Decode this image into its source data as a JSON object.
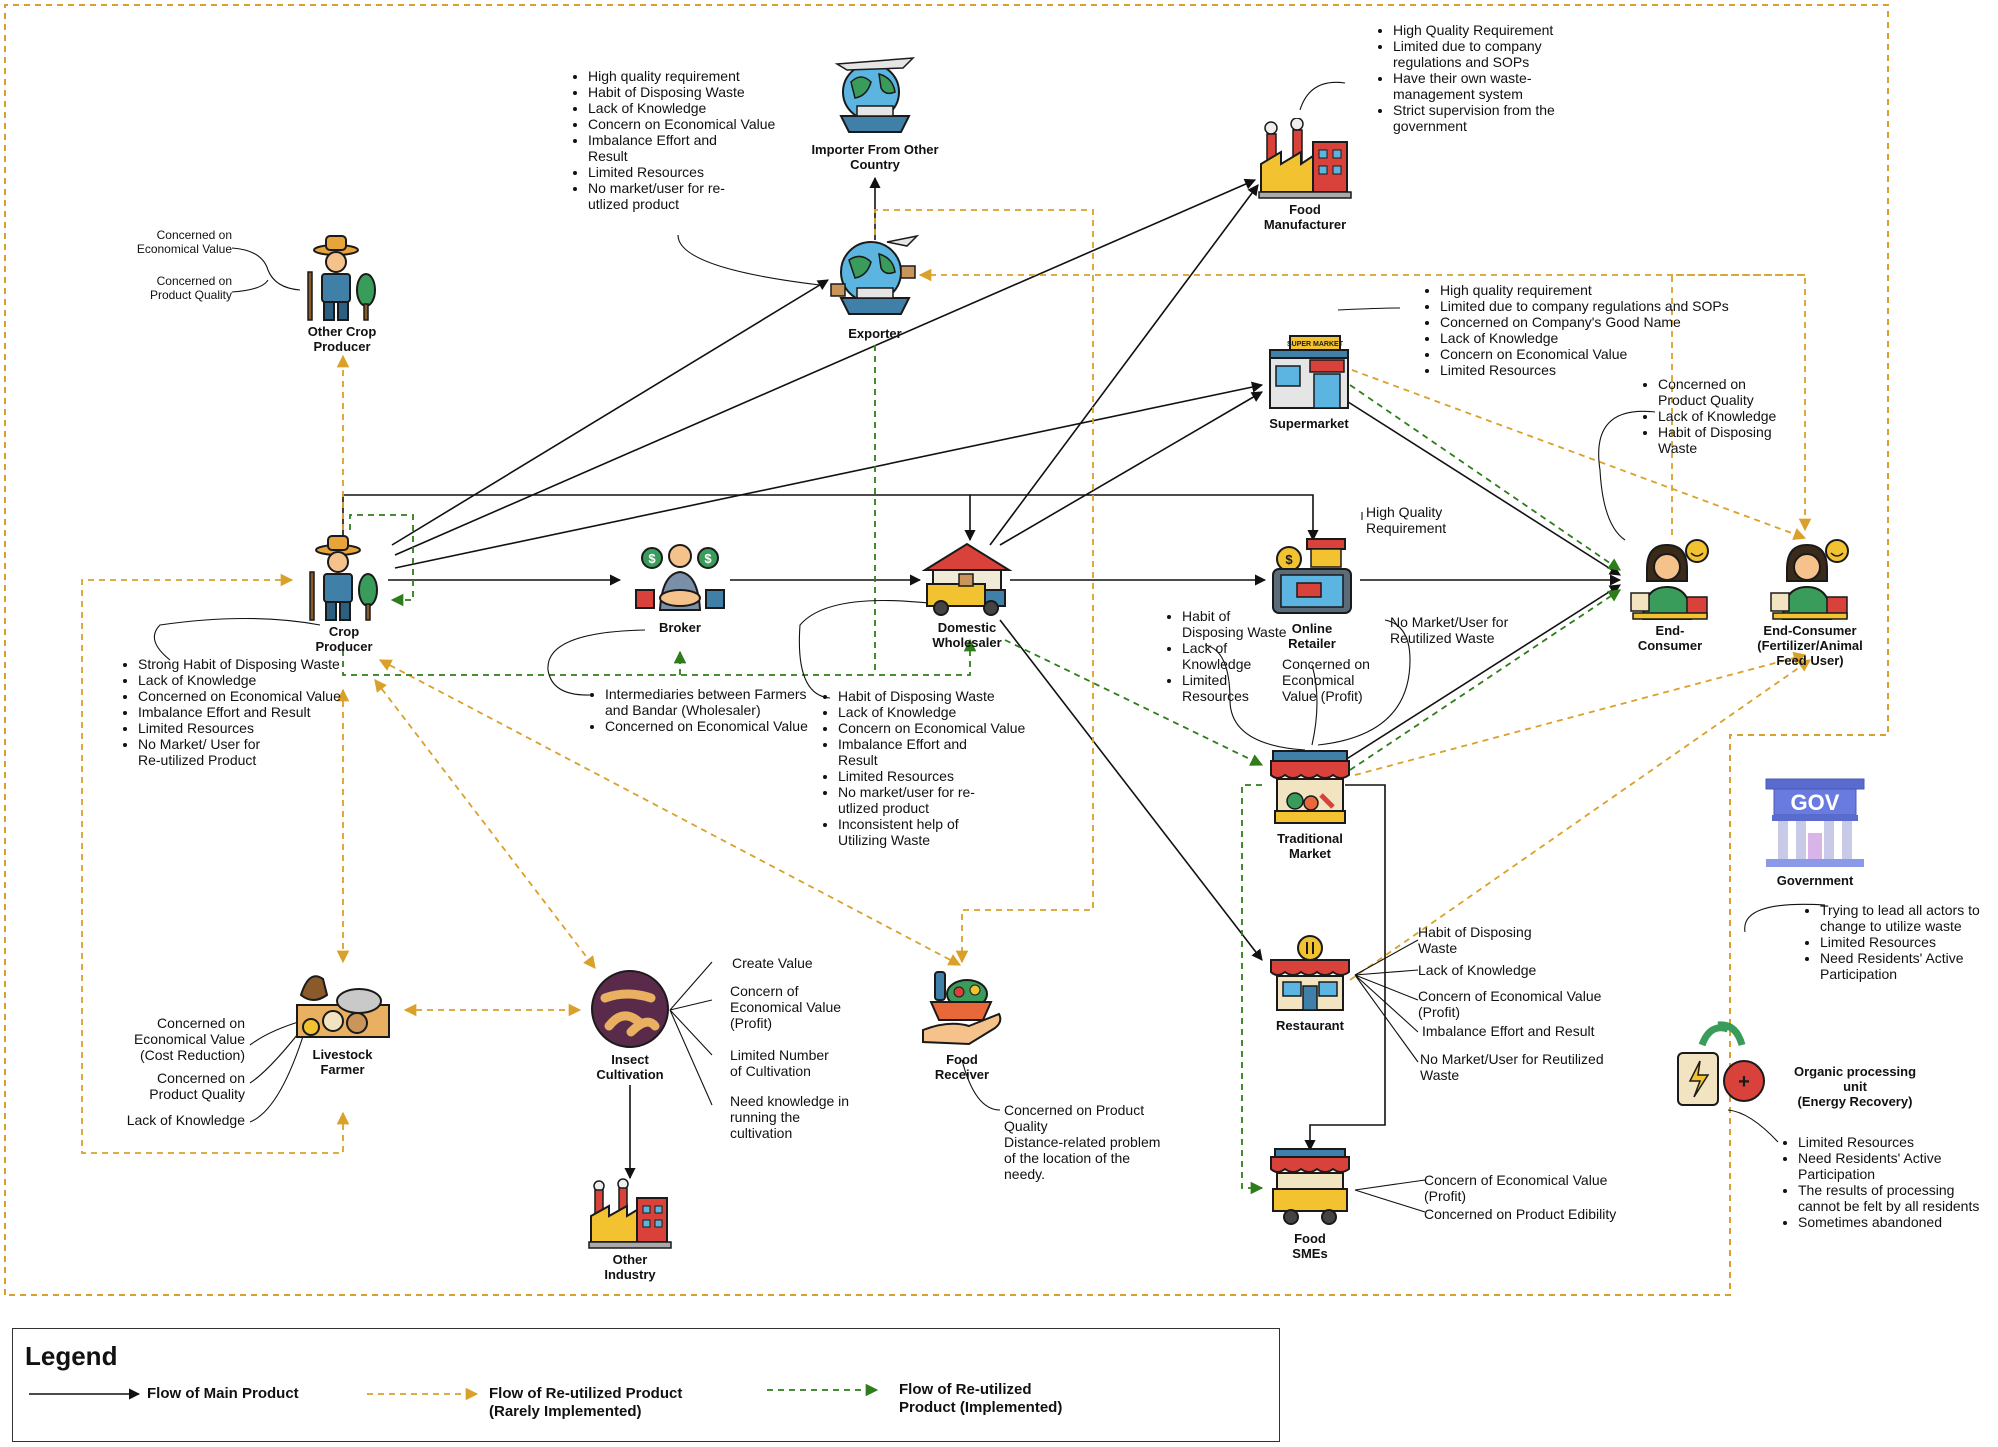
{
  "nodes": {
    "crop_producer": "Crop\nProducer",
    "other_crop_producer": "Other Crop\nProducer",
    "broker": "Broker",
    "domestic_wholesaler": "Domestic\nWholesaler",
    "exporter": "Exporter",
    "importer": "Importer From Other\nCountry",
    "food_manufacturer": "Food\nManufacturer",
    "supermarket": "Supermarket",
    "online_retailer": "Online\nRetailer",
    "traditional_market": "Traditional\nMarket",
    "restaurant": "Restaurant",
    "food_smes": "Food\nSMEs",
    "end_consumer": "End-\nConsumer",
    "end_consumer_fert": "End-Consumer\n(Fertilizer/Animal\nFeed User)",
    "government": "Government",
    "organic_unit": "Organic processing\nunit\n(Energy Recovery)",
    "livestock_farmer": "Livestock\nFarmer",
    "insect_cultivation": "Insect\nCultivation",
    "food_receiver": "Food\nReceiver",
    "other_industry": "Other\nIndustry"
  },
  "supermarket_sign": "SUPER MARKET",
  "gov_sign": "GOV",
  "notes": {
    "other_crop_producer": [
      "Concerned on\nEconomical Value",
      "Concerned on\nProduct Quality"
    ],
    "crop_producer": [
      "Strong Habit of Disposing Waste",
      "Lack of Knowledge",
      "Concerned on Economical Value",
      "Imbalance Effort and Result",
      "Limited Resources",
      "No Market/ User for Re-utilized Product"
    ],
    "broker": [
      "Intermediaries between Farmers and Bandar (Wholesaler)",
      "Concerned on Economical Value"
    ],
    "exporter": [
      "High quality requirement",
      "Habit of Disposing Waste",
      "Lack of Knowledge",
      "Concern on Economical Value",
      "Imbalance Effort and Result",
      "Limited Resources",
      "No market/user for re-utlized product"
    ],
    "wholesaler": [
      "Habit of Disposing Waste",
      "Lack of Knowledge",
      "Concern on Economical Value",
      "Imbalance Effort and Result",
      "Limited Resources",
      "No market/user for re-utlized product",
      "Inconsistent help of Utilizing Waste"
    ],
    "food_manufacturer": [
      "High Quality Requirement",
      "Limited due to company regulations and SOPs",
      "Have their own waste-management system",
      "Strict supervision from the government"
    ],
    "supermarket": [
      "High quality requirement",
      "Limited due to company regulations and SOPs",
      "Concerned on Company's Good Name",
      "Lack of Knowledge",
      "Concern on Economical Value",
      "Limited Resources"
    ],
    "end_consumer": [
      "Concerned on Product Quality",
      "Lack of Knowledge",
      "Habit of Disposing Waste"
    ],
    "online_retailer_top": "High Quality\nRequirement",
    "traditional_market_left": [
      "Habit of Disposing Waste",
      "Lack of Knowledge",
      "Limited Resources"
    ],
    "traditional_market_mid": "Concerned on\nEconomical\nValue (Profit)",
    "traditional_market_right": "No Market/User for\nReutilized Waste",
    "restaurant": [
      "Habit of Disposing\nWaste",
      "Lack of Knowledge",
      "Concern of Economical Value\n(Profit)",
      "Imbalance Effort and Result",
      "No Market/User for Reutilized\nWaste"
    ],
    "food_smes": [
      "Concern of Economical Value\n(Profit)",
      "Concerned on Product Edibility"
    ],
    "government": [
      "Trying to lead all actors to change to utilize waste",
      "Limited Resources",
      "Need Residents' Active Participation"
    ],
    "organic_unit": [
      "Limited Resources",
      "Need Residents' Active Participation",
      "The results of processing cannot be felt by all residents",
      "Sometimes abandoned"
    ],
    "livestock": [
      "Concerned on\nEconomical Value\n(Cost Reduction)",
      "Concerned on\nProduct Quality",
      "Lack of Knowledge"
    ],
    "insect": [
      "Create Value",
      "Concern of\nEconomical Value\n(Profit)",
      "Limited Number\nof Cultivation",
      "Need knowledge in\nrunning the\ncultivation"
    ],
    "food_receiver": [
      "Concerned on Product\nQuality\nDistance-related problem\nof the location of the\nneedy."
    ]
  },
  "legend": {
    "title": "Legend",
    "main": "Flow of Main Product",
    "rarely": "Flow of Re-utilized Product\n(Rarely Implemented)",
    "implemented": "Flow of Re-utilized\nProduct (Implemented)"
  },
  "colors": {
    "main": "#111111",
    "rarely": "#d9a12a",
    "implemented": "#2f7d1a",
    "outline": "#1a1a1a"
  }
}
